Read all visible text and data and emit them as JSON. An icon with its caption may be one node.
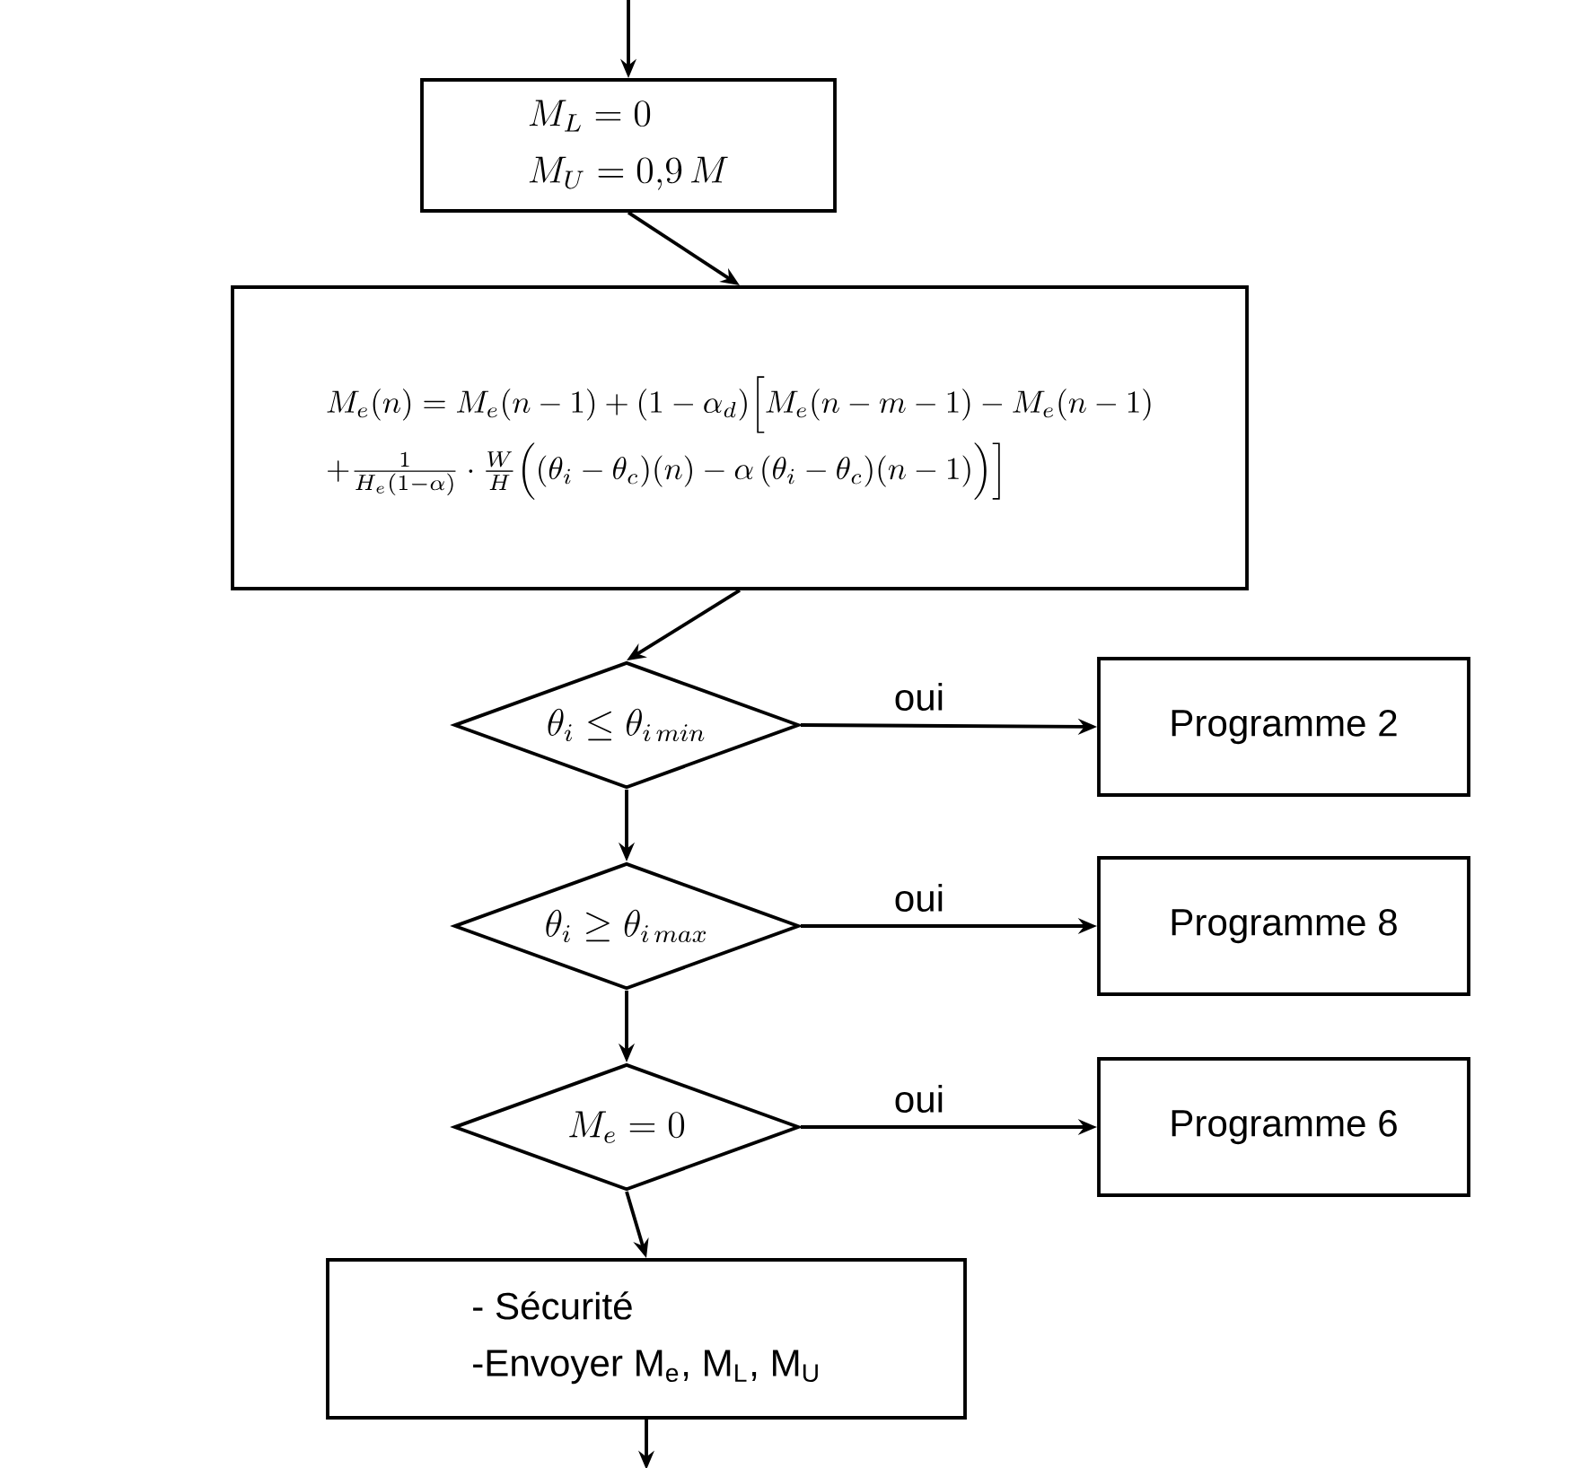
{
  "diagram": {
    "nodes": [
      {
        "text": [
          "M_L = 0",
          "M_U = 0{,}9\\,M"
        ]
      },
      {
        "text": [
          "M_e(n) = M_e(n-1) + (1-\\alpha_d)\\Big[ M_e(n-m-1) - M_e(n-1)",
          "+ \\frac{1}{H_e(1-\\alpha)} \\cdot \\frac{W}{H} \\Big( (\\theta_i-\\theta_c)(n) - \\alpha\\,(\\theta_i-\\theta_c)(n-1) \\Big) \\Big]"
        ]
      },
      {
        "text": [
          "\\theta_i \\leq \\theta_{i\\,min}"
        ]
      },
      {
        "text": [
          "Programme 2"
        ]
      },
      {
        "text": [
          "\\theta_i \\geq \\theta_{i\\,max}"
        ]
      },
      {
        "text": [
          "Programme 8"
        ]
      },
      {
        "text": [
          "M_e = 0"
        ]
      },
      {
        "text": [
          "Programme 6"
        ]
      },
      {
        "text": [
          "- Sécurité",
          "-Envoyer M$_{e}$, M$_{L}$, M$_{U}$"
        ]
      }
    ],
    "edges": [
      {
        "from": null,
        "to": 0,
        "arrow": "to"
      },
      {
        "from": 0,
        "to": 1,
        "arrow": "to"
      },
      {
        "from": 1,
        "to": 2,
        "arrow": "to"
      },
      {
        "from": 2,
        "to": 3,
        "arrow": "to",
        "label": "oui"
      },
      {
        "from": 2,
        "to": 4,
        "arrow": "to"
      },
      {
        "from": 4,
        "to": 5,
        "arrow": "to",
        "label": "oui"
      },
      {
        "from": 4,
        "to": 6,
        "arrow": "to"
      },
      {
        "from": 6,
        "to": 7,
        "arrow": "to",
        "label": "oui"
      },
      {
        "from": 6,
        "to": 8,
        "arrow": "to"
      },
      {
        "from": 8,
        "to": null,
        "arrow": "to"
      }
    ]
  }
}
